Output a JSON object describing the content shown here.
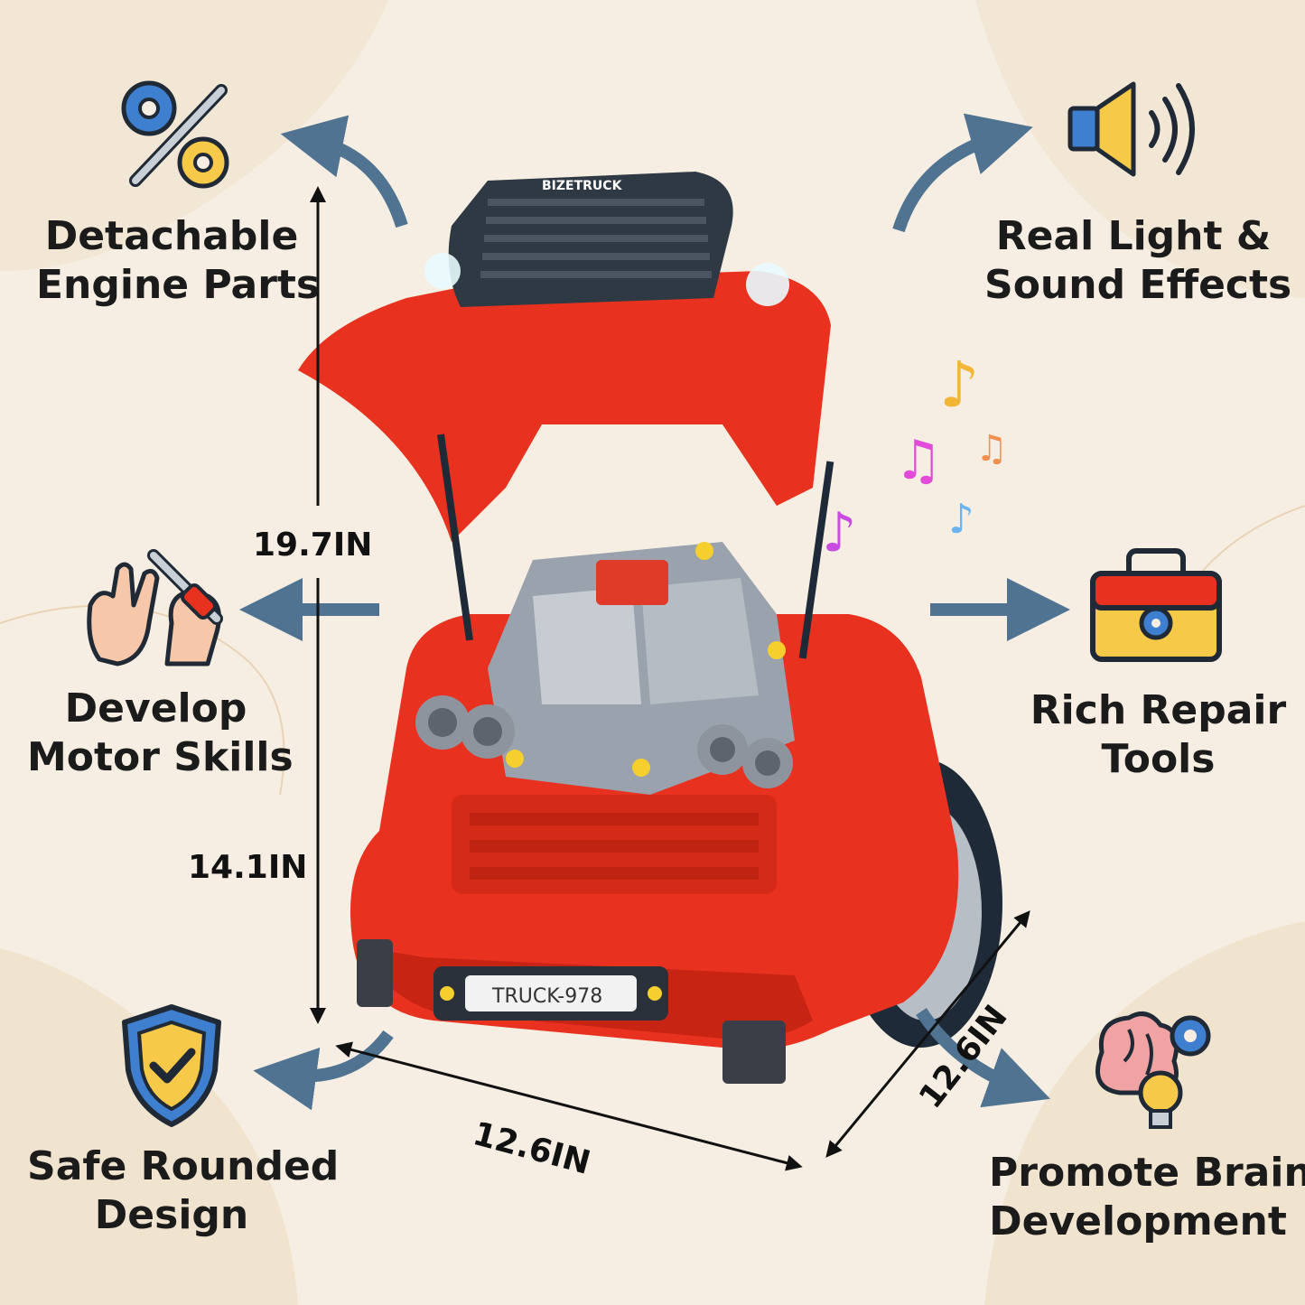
{
  "features": {
    "detachable": {
      "line1": "Detachable",
      "line2": "Engine Parts",
      "icon": "gears-wrench-icon"
    },
    "light_sound": {
      "line1": "Real Light &",
      "line2": "Sound Effects",
      "icon": "speaker-icon"
    },
    "motor": {
      "line1": "Develop",
      "line2": "Motor Skills",
      "icon": "hands-wrench-icon"
    },
    "tools": {
      "line1": "Rich Repair",
      "line2": "Tools",
      "icon": "toolbox-icon"
    },
    "safe": {
      "line1": "Safe Rounded",
      "line2": "Design",
      "icon": "shield-check-icon"
    },
    "brain": {
      "line1": "Promote Brain",
      "line2": "Development",
      "icon": "brain-lightbulb-icon"
    }
  },
  "dimensions": {
    "height_total": "19.7IN",
    "height_body": "14.1IN",
    "width": "12.6IN",
    "depth": "12.6IN"
  },
  "product": {
    "brand": "BIZETRUCK",
    "plate": "TRUCK-978"
  },
  "colors": {
    "body_red": "#e8321f",
    "background": "#f6eee2",
    "arrow_blue": "#4f7391",
    "icon_yellow": "#f7c948",
    "icon_blue": "#3f7fd0"
  }
}
